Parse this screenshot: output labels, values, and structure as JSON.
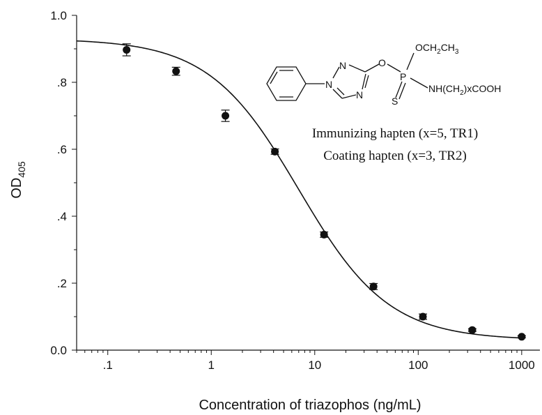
{
  "chart_data": {
    "type": "scatter",
    "xscale": "log",
    "xlim": [
      0.05,
      1500
    ],
    "ylim": [
      0.0,
      1.0
    ],
    "xlabel": "Concentration of triazophos (ng/mL)",
    "ylabel_main": "OD",
    "ylabel_sub": "405",
    "x_ticks": [
      {
        "value": 0.1,
        "label": ".1"
      },
      {
        "value": 1,
        "label": "1"
      },
      {
        "value": 10,
        "label": "10"
      },
      {
        "value": 100,
        "label": "100"
      },
      {
        "value": 1000,
        "label": "1000"
      }
    ],
    "y_ticks": [
      {
        "value": 0.0,
        "label": "0.0"
      },
      {
        "value": 0.2,
        "label": ".2"
      },
      {
        "value": 0.4,
        "label": ".4"
      },
      {
        "value": 0.6,
        "label": ".6"
      },
      {
        "value": 0.8,
        "label": ".8"
      },
      {
        "value": 1.0,
        "label": "1.0"
      }
    ],
    "points": [
      {
        "x": 0.152,
        "y": 0.897,
        "err": 0.018
      },
      {
        "x": 0.457,
        "y": 0.833,
        "err": 0.012
      },
      {
        "x": 1.37,
        "y": 0.7,
        "err": 0.017
      },
      {
        "x": 4.12,
        "y": 0.593,
        "err": 0.008
      },
      {
        "x": 12.3,
        "y": 0.345,
        "err": 0.008
      },
      {
        "x": 37.0,
        "y": 0.19,
        "err": 0.009
      },
      {
        "x": 111,
        "y": 0.1,
        "err": 0.008
      },
      {
        "x": 333,
        "y": 0.06,
        "err": 0.004
      },
      {
        "x": 1000,
        "y": 0.04,
        "err": 0.003
      }
    ],
    "curve": {
      "top": 0.93,
      "bottom": 0.03,
      "ic50": 7.0,
      "hill": 1.0
    },
    "inset": {
      "line1": "Immunizing hapten (x=5, TR1)",
      "line2": "Coating hapten (x=3, TR2)"
    },
    "structure": {
      "n1": "N",
      "n2": "N",
      "n3": "N",
      "o": "O",
      "p": "P",
      "s": "S",
      "och2": "OCH",
      "sub2a": "2",
      "ch3": "CH",
      "sub3": "3",
      "nh": "NH(CH",
      "sub2b": "2",
      "xcooh": ")xCOOH"
    },
    "colors": {
      "marker": "#111111",
      "curve": "#111111",
      "axis": "#111111"
    }
  }
}
